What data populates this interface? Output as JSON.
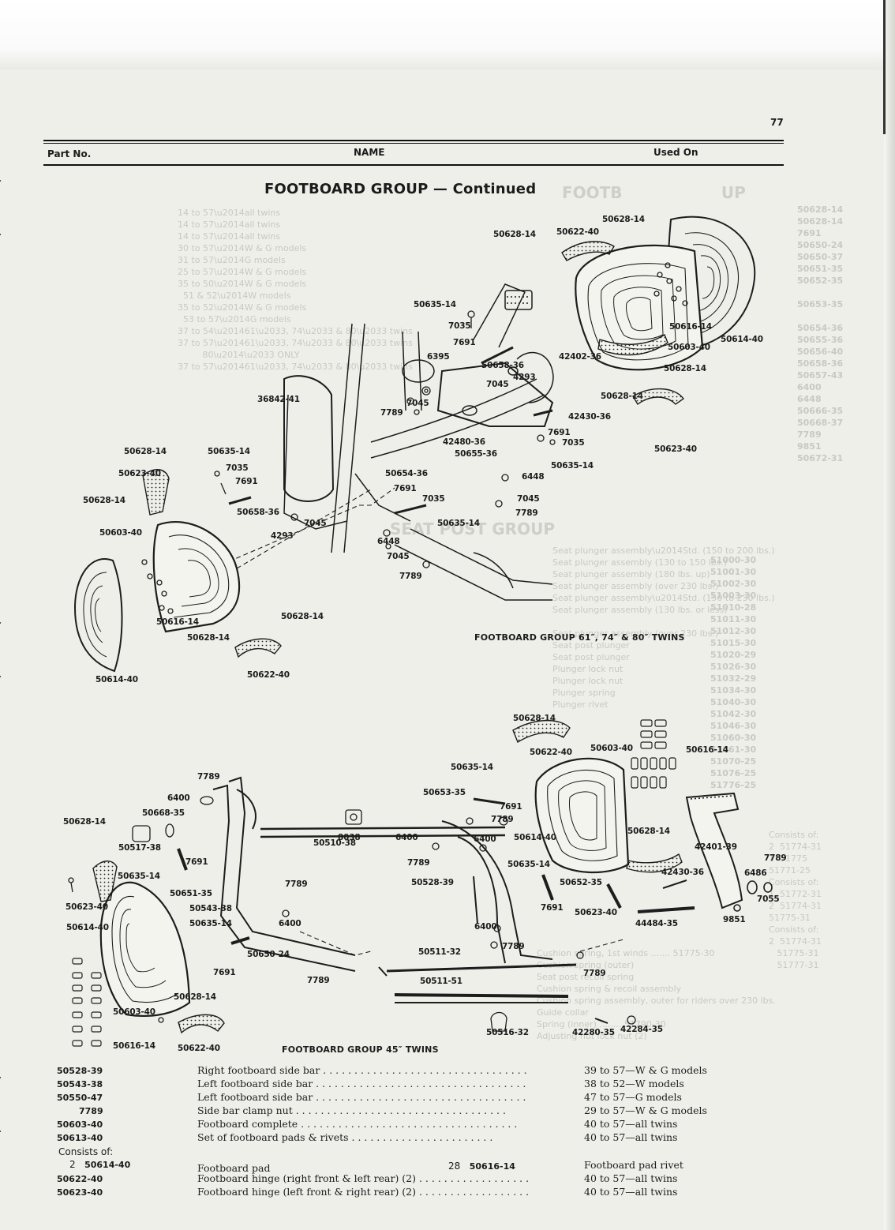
{
  "page": {
    "number": "77",
    "header": {
      "part_no": "Part No.",
      "name": "NAME",
      "used_on": "Used On"
    },
    "title": "FOOTBOARD GROUP — Continued"
  },
  "diagram_top": {
    "caption": "FOOTBOARD GROUP 61″, 74″ & 80″ TWINS",
    "callouts": [
      "50628-14",
      "50628-14",
      "50622-40",
      "50635-14",
      "7035",
      "7691",
      "6395",
      "50658-36",
      "4293",
      "42402-36",
      "50616-14",
      "50603-40",
      "50614-40",
      "50628-14",
      "50628-14",
      "7045",
      "7789",
      "7045",
      "42430-36",
      "42480-36",
      "50655-36",
      "7691",
      "7035",
      "50623-40",
      "50635-14",
      "36842-41",
      "50628-14",
      "50635-14",
      "50623-40",
      "7035",
      "7691",
      "50628-14",
      "50658-36",
      "7045",
      "4293",
      "50654-36",
      "7691",
      "7035",
      "6448",
      "7045",
      "7789",
      "50635-14",
      "6448",
      "7045",
      "7789",
      "50603-40",
      "50616-14",
      "50628-14",
      "50628-14",
      "50614-40",
      "50622-40"
    ]
  },
  "diagram_bottom": {
    "caption": "FOOTBOARD GROUP 45″ TWINS",
    "callouts": [
      "50628-14",
      "50622-40",
      "50603-40",
      "50616-14",
      "50635-14",
      "50653-35",
      "7691",
      "7789",
      "50614-40",
      "6400",
      "6400",
      "7789",
      "50628-14",
      "42401-39",
      "7789",
      "6486",
      "42430-36",
      "7055",
      "50635-14",
      "50528-39",
      "50652-35",
      "7691",
      "50623-40",
      "9851",
      "44484-35",
      "6400",
      "7789",
      "50511-32",
      "7789",
      "50511-51",
      "50516-32",
      "42280-35",
      "42284-35",
      "7789",
      "6400",
      "50668-35",
      "8038",
      "50628-14",
      "50517-38",
      "50510-38",
      "7691",
      "50635-14",
      "50651-35",
      "7789",
      "50543-38",
      "50623-40",
      "50635-14",
      "6400",
      "50614-40",
      "50650-24",
      "7691",
      "7789",
      "50628-14",
      "50603-40",
      "50616-14",
      "50622-40"
    ]
  },
  "parts": [
    {
      "no": "50528-39",
      "name": "Right footboard side bar",
      "used": "39 to 57—W & G models"
    },
    {
      "no": "50543-38",
      "name": "Left footboard side bar",
      "used": "38 to 52—W models"
    },
    {
      "no": "50550-47",
      "name": "Left footboard side bar",
      "used": "47 to 57—G models"
    },
    {
      "no": "7789",
      "name": "Side bar clamp nut",
      "used": "29 to 57—W & G models"
    },
    {
      "no": "50603-40",
      "name": "Footboard complete",
      "used": "40 to 57—all twins"
    },
    {
      "no": "50613-40",
      "name": "Set of footboard pads & rivets",
      "used": "40 to 57—all twins"
    },
    {
      "no": "50622-40",
      "name": "Footboard hinge (right front & left rear) (2)",
      "used": "40 to 57—all twins"
    },
    {
      "no": "50623-40",
      "name": "Footboard hinge (left front & right rear) (2)",
      "used": "40 to 57—all twins"
    }
  ],
  "consists": {
    "label": "Consists of:",
    "qty_a": "2",
    "no_a": "50614-40",
    "name_a": "Footboard pad",
    "qty_b": "28",
    "no_b": "50616-14",
    "name_b": "Footboard pad rivet"
  }
}
